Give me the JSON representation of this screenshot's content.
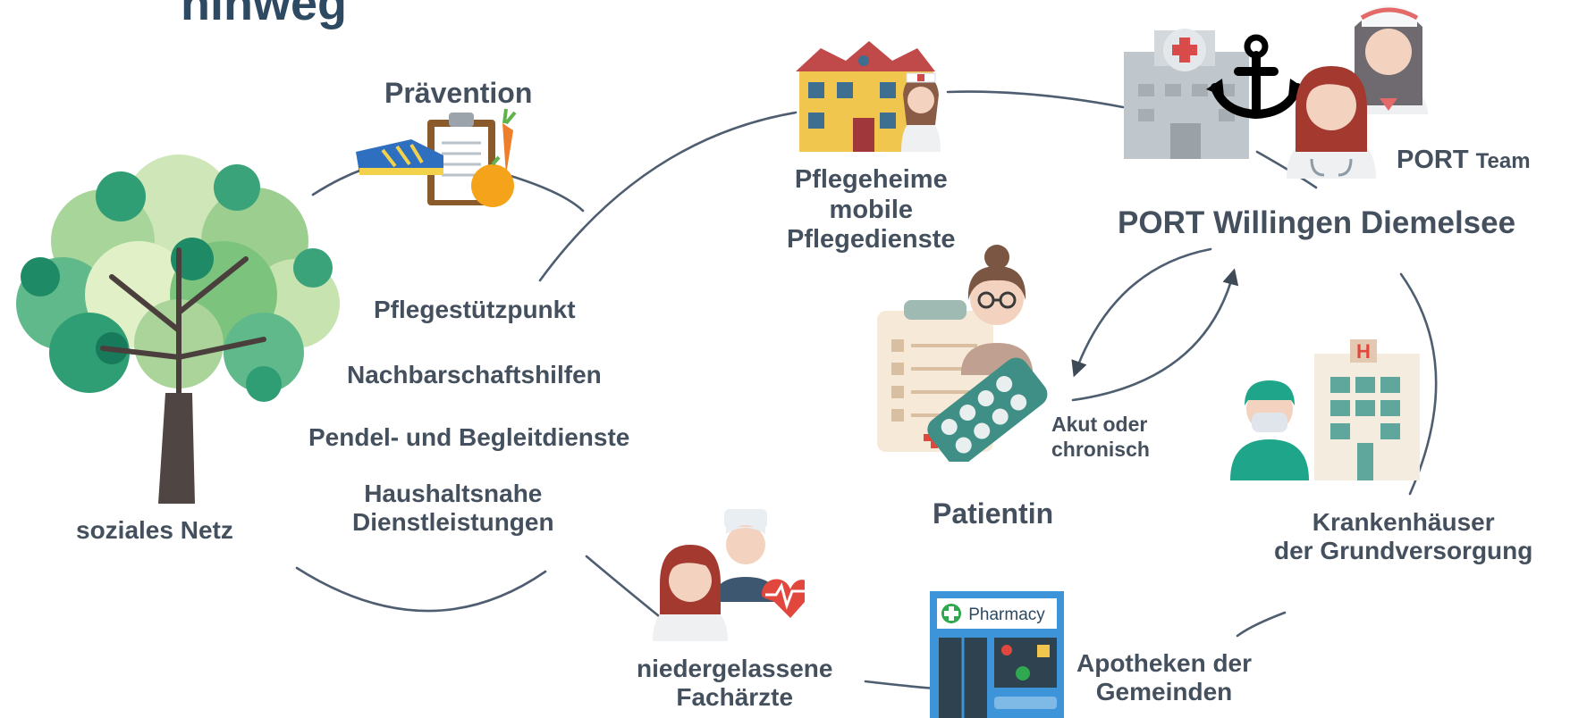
{
  "slide": {
    "title_fragment": "hinweg"
  },
  "labels": {
    "praevention": "Prävention",
    "pflegeheime": [
      "Pflegeheime",
      "mobile",
      "Pflegedienste"
    ],
    "port_team_strong": "PORT",
    "port_team_suffix": "Team",
    "port_name": "PORT Willingen Diemelsee",
    "pflegestuetzpunkt": "Pflegestützpunkt",
    "nachbarschaftshilfen": "Nachbarschaftshilfen",
    "pendel": "Pendel- und Begleitdienste",
    "haushaltsnahe": [
      "Haushaltsnahe",
      "Dienstleistungen"
    ],
    "soziales_netz": "soziales Netz",
    "akut": [
      "Akut oder",
      "chronisch"
    ],
    "patientin": "Patientin",
    "krankenhaeuser": [
      "Krankenhäuser",
      "der Grundversorgung"
    ],
    "niedergelassene": [
      "niedergelassene",
      "Fachärzte"
    ],
    "apotheken": [
      "Apotheken der",
      "Gemeinden"
    ],
    "pharmacy_sign": "Pharmacy"
  },
  "icons": [
    "tree-handprints-icon",
    "prevention-shoe-clipboard-fruit-icon",
    "nursing-home-caregiver-icon",
    "hospital-anchor-port-team-icon",
    "patient-clipboard-pills-icon",
    "hospital-surgeon-icon",
    "doctors-heart-icon",
    "pharmacy-store-icon"
  ],
  "colors": {
    "text": "#44505e",
    "title": "#2d4a62",
    "line": "#4e5e70"
  }
}
